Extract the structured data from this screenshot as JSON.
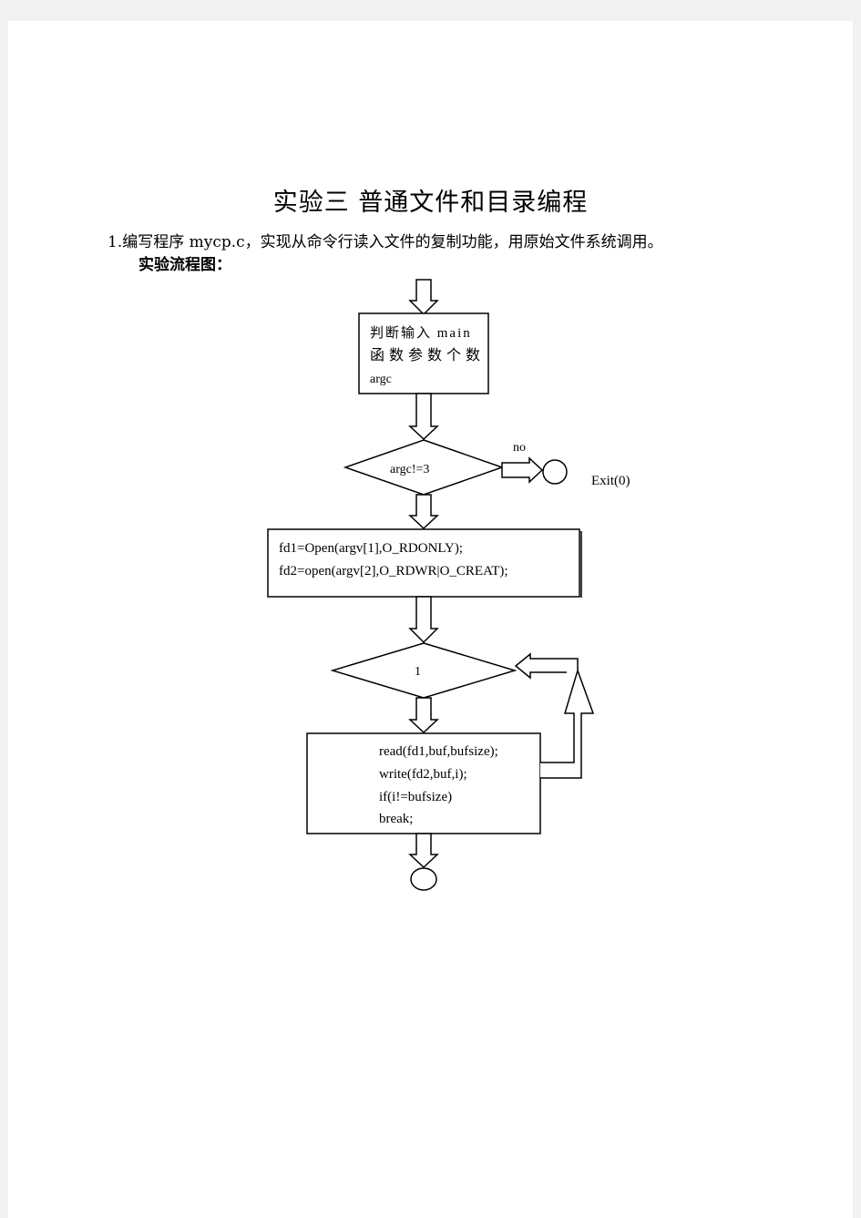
{
  "document": {
    "title": "实验三 普通文件和目录编程",
    "task": "1.编写程序 mycp.c，实现从命令行读入文件的复制功能，用原始文件系统调用。",
    "flow_heading": "实验流程图："
  },
  "flowchart": {
    "box1": {
      "line1": "判断输入 main",
      "line2": "函数参数个数",
      "line3": "argc"
    },
    "decision1": {
      "label": "argc!=3",
      "branch_label": "no",
      "exit_label": "Exit(0)"
    },
    "box2": {
      "line1": "fd1=Open(argv[1],O_RDONLY);",
      "line2": "fd2=open(argv[2],O_RDWR|O_CREAT);"
    },
    "decision2": {
      "label": "1"
    },
    "box3": {
      "line1": "read(fd1,buf,bufsize);",
      "line2": "write(fd2,buf,i);",
      "line3": "if(i!=bufsize)",
      "line4": "break;"
    }
  }
}
